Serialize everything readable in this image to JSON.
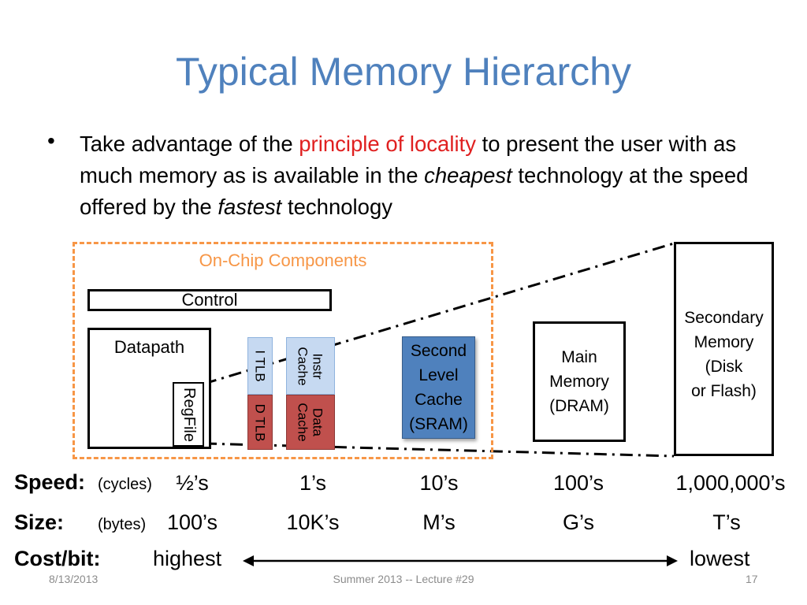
{
  "slide": {
    "title": "Typical Memory Hierarchy",
    "bullet_symbol": "•",
    "bullet": {
      "part1": "Take advantage of the ",
      "highlight": "principle of locality",
      "part2": " to present the user with as much memory as is available in the ",
      "em1": "cheapest",
      "part3": " technology at the speed offered by the ",
      "em2": "fastest",
      "part4": " technology"
    },
    "highlight_color": "#e02020",
    "title_color": "#4f81bd"
  },
  "diagram": {
    "onchip_label": "On-Chip Components",
    "control": "Control",
    "datapath": "Datapath",
    "regfile": "RegFile",
    "itlb": "I TLB",
    "dtlb": "D TLB",
    "icache": [
      "Instr",
      "Cache"
    ],
    "dcache": [
      "Data",
      "Cache"
    ],
    "l2": [
      "Second",
      "Level",
      "Cache",
      "(SRAM)"
    ],
    "main_memory": [
      "Main",
      "Memory",
      "(DRAM)"
    ],
    "secondary_memory": [
      "Secondary",
      "Memory",
      "(Disk",
      "or Flash)"
    ],
    "colors": {
      "onchip": "#f79646",
      "light_blue": "#c6d9f1",
      "red": "#c0504d",
      "blue": "#4f81bd"
    }
  },
  "table": {
    "speed": {
      "label": "Speed:",
      "unit": "(cycles)",
      "values": [
        "½’s",
        "1’s",
        "10’s",
        "100’s",
        "1,000,000’s"
      ]
    },
    "size": {
      "label": "Size:",
      "unit": "(bytes)",
      "values": [
        "100’s",
        "10K’s",
        "M’s",
        "G’s",
        "T’s"
      ]
    },
    "cost": {
      "label": "Cost/bit:",
      "low_end": "highest",
      "high_end": "lowest"
    }
  },
  "footer": {
    "date": "8/13/2013",
    "lecture": "Summer 2013 -- Lecture #29",
    "page": "17"
  }
}
